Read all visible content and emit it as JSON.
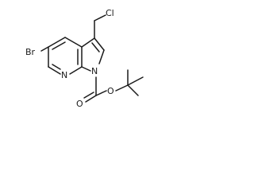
{
  "atoms": {
    "bromine": "Br",
    "chlorine": "Cl",
    "pyridine_nitrogen": "N",
    "pyrrole_nitrogen": "N",
    "ester_oxygen": "O",
    "carbonyl_oxygen": "O"
  },
  "colors": {
    "bond": "#1a1a1a",
    "background": "#ffffff"
  }
}
